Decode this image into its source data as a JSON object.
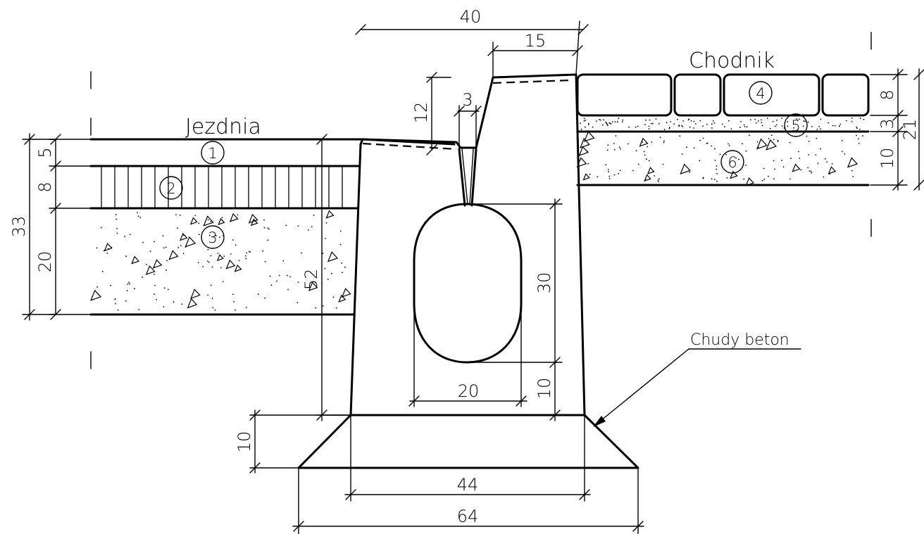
{
  "labels": {
    "road": "Jezdnia",
    "sidewalk": "Chodnik",
    "lean_concrete": "Chudy beton"
  },
  "layers": [
    "1",
    "2",
    "3",
    "4",
    "5",
    "6"
  ],
  "dimensions": {
    "top_width": "40",
    "top_right": "15",
    "inlet_height": "12",
    "slot_width": "3",
    "road_l1": "5",
    "road_l2": "8",
    "road_total": "33",
    "road_l3": "20",
    "road_depth": "52",
    "pipe_height": "30",
    "pipe_width": "20",
    "pipe_bottom": "10",
    "bench_height": "10",
    "base_top": "44",
    "base_bottom": "64",
    "walk_l4": "8",
    "walk_l5": "3",
    "walk_total": "21",
    "walk_l6": "10"
  }
}
